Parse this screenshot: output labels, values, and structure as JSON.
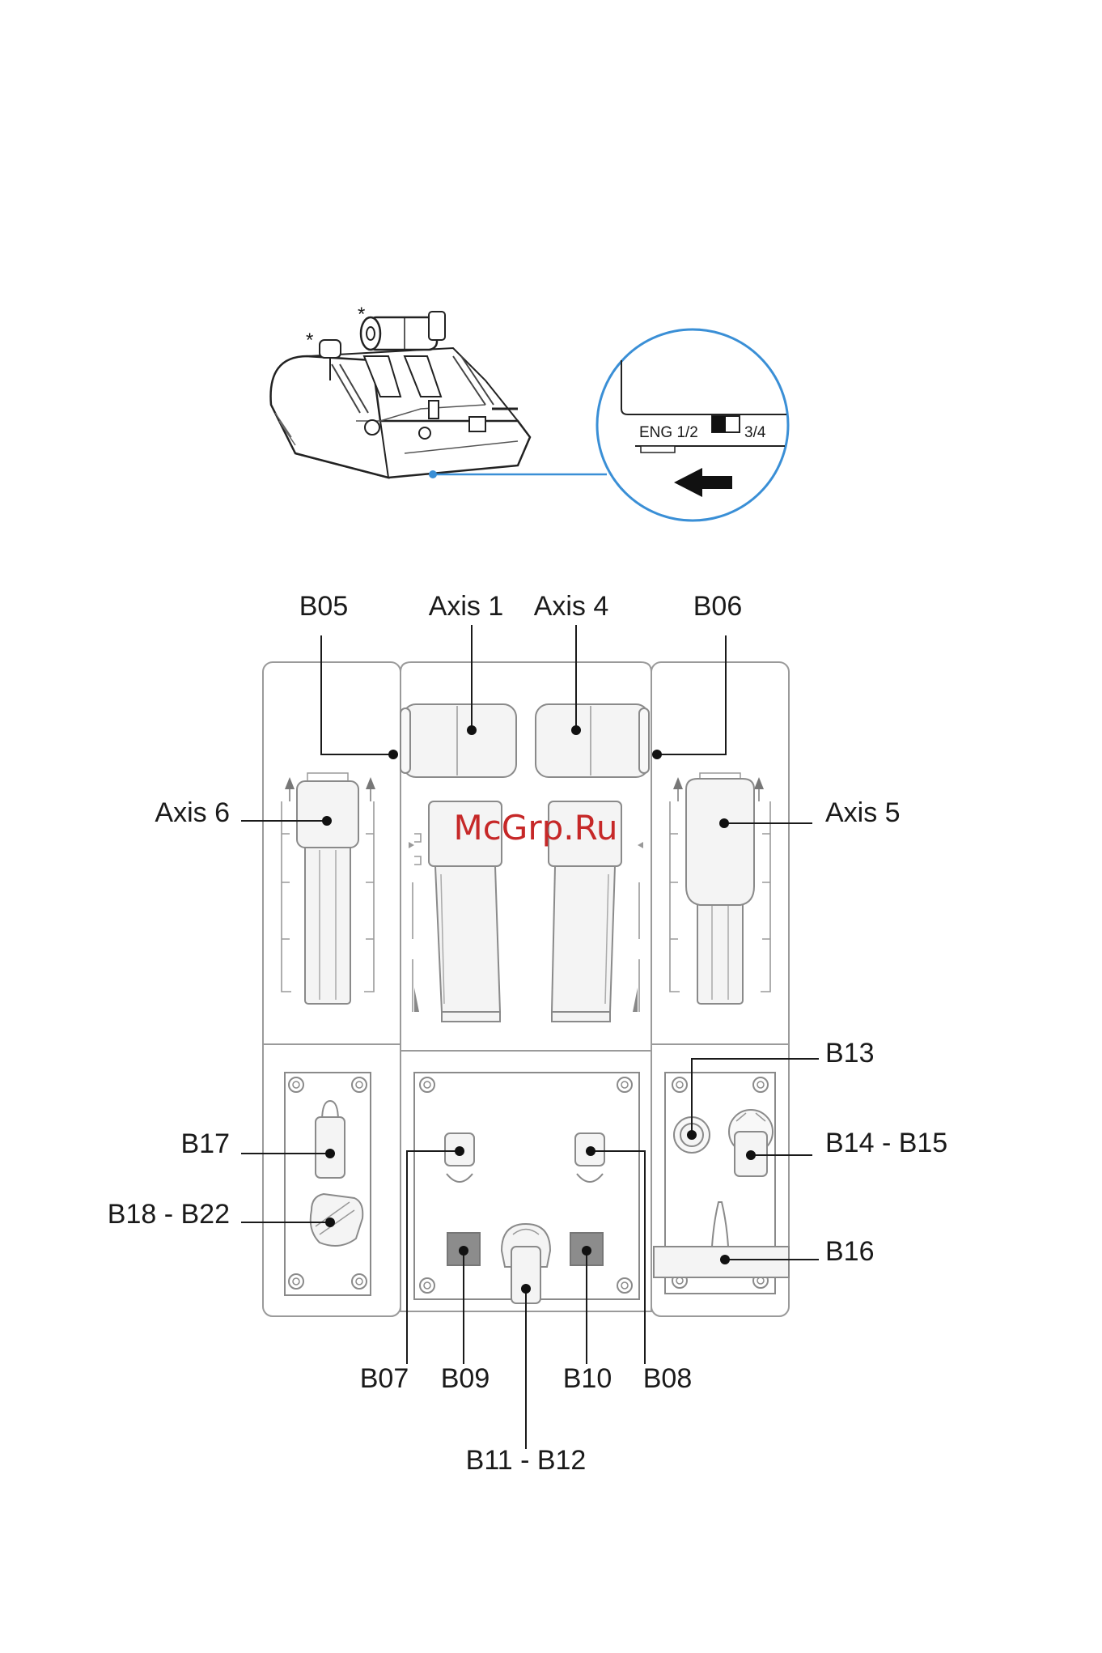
{
  "header_drawing": {
    "asterisk_left": "*",
    "asterisk_top": "*",
    "switch_left_label": "ENG 1/2",
    "switch_right_label": "3/4",
    "link_color": "#3a8fd6",
    "arrow_icon": "left-arrow-icon"
  },
  "callouts": {
    "b05": "B05",
    "axis1": "Axis 1",
    "axis4": "Axis 4",
    "b06": "B06",
    "axis6": "Axis 6",
    "axis5": "Axis 5",
    "b13": "B13",
    "b14_b15": "B14 - B15",
    "b16": "B16",
    "b17": "B17",
    "b18_b22": "B18 - B22",
    "b07": "B07",
    "b09": "B09",
    "b10": "B10",
    "b08": "B08",
    "b11_b12": "B11 - B12"
  },
  "watermark": "McGrp.Ru",
  "colors": {
    "watermark": "#c62828",
    "leader_line": "#1a1a1a",
    "outline": "#9a9a9a",
    "button_fill": "#8c8c8c"
  }
}
